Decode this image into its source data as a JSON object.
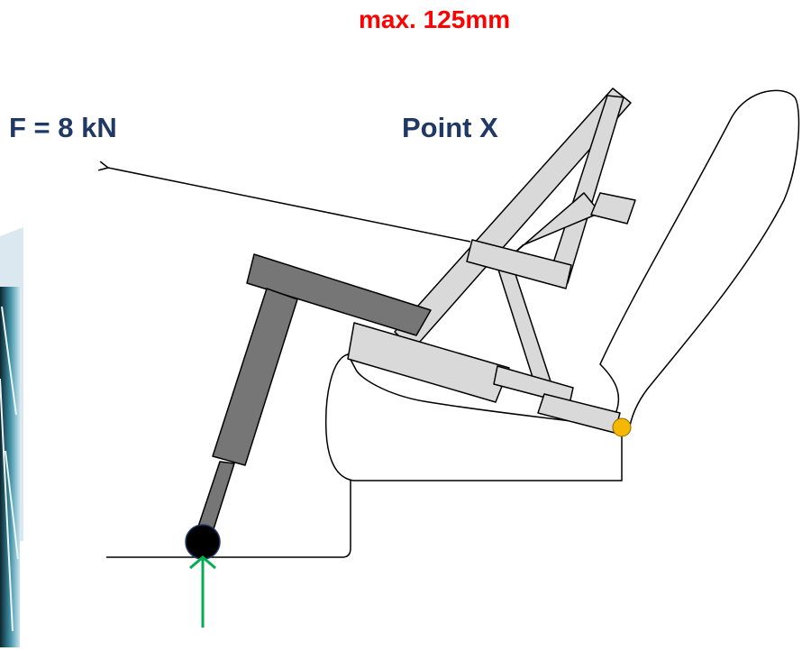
{
  "labels": {
    "max_travel": "max. 125mm",
    "force": "F = 8 kN",
    "point": "Point X"
  },
  "colors": {
    "max_travel_text": "#ff0000",
    "label_text": "#1f3864",
    "frame_fill": "#d9d9d9",
    "actuator_fill": "#767676",
    "pivot_dot": "#f5b700",
    "ground_joint": "#000000",
    "reaction_arrow": "#00b050",
    "outline": "#000000"
  }
}
